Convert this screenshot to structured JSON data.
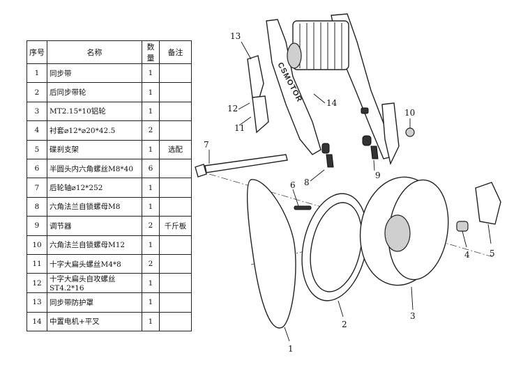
{
  "table": {
    "headers": [
      "序号",
      "名称",
      "数量",
      "备注"
    ],
    "rows": [
      {
        "no": "1",
        "name": "同步带",
        "qty": "1",
        "note": ""
      },
      {
        "no": "2",
        "name": "后同步带轮",
        "qty": "1",
        "note": ""
      },
      {
        "no": "3",
        "name": "MT2.15*10铝轮",
        "qty": "1",
        "note": ""
      },
      {
        "no": "4",
        "name": "衬套⌀12*⌀20*42.5",
        "qty": "2",
        "note": ""
      },
      {
        "no": "5",
        "name": "碟刹支架",
        "qty": "1",
        "note": "选配"
      },
      {
        "no": "6",
        "name": "半圆头内六角螺丝M8*40",
        "qty": "6",
        "note": ""
      },
      {
        "no": "7",
        "name": "后轮轴⌀12*252",
        "qty": "1",
        "note": ""
      },
      {
        "no": "8",
        "name": "六角法兰自锁螺母M8",
        "qty": "1",
        "note": ""
      },
      {
        "no": "9",
        "name": "调节器",
        "qty": "2",
        "note": "千斤板"
      },
      {
        "no": "10",
        "name": "六角法兰自锁螺母M12",
        "qty": "1",
        "note": ""
      },
      {
        "no": "11",
        "name": "十字大扁头螺丝M4*8",
        "qty": "2",
        "note": ""
      },
      {
        "no": "12",
        "name": "十字大扁头自攻螺丝ST4.2*16",
        "qty": "1",
        "note": ""
      },
      {
        "no": "13",
        "name": "同步带防护罩",
        "qty": "1",
        "note": ""
      },
      {
        "no": "14",
        "name": "中置电机+平叉",
        "qty": "1",
        "note": ""
      }
    ]
  },
  "diagram": {
    "brand": "CSMOTOR",
    "callouts": [
      "1",
      "2",
      "3",
      "4",
      "5",
      "6",
      "7",
      "8",
      "9",
      "10",
      "11",
      "12",
      "13",
      "14"
    ]
  }
}
